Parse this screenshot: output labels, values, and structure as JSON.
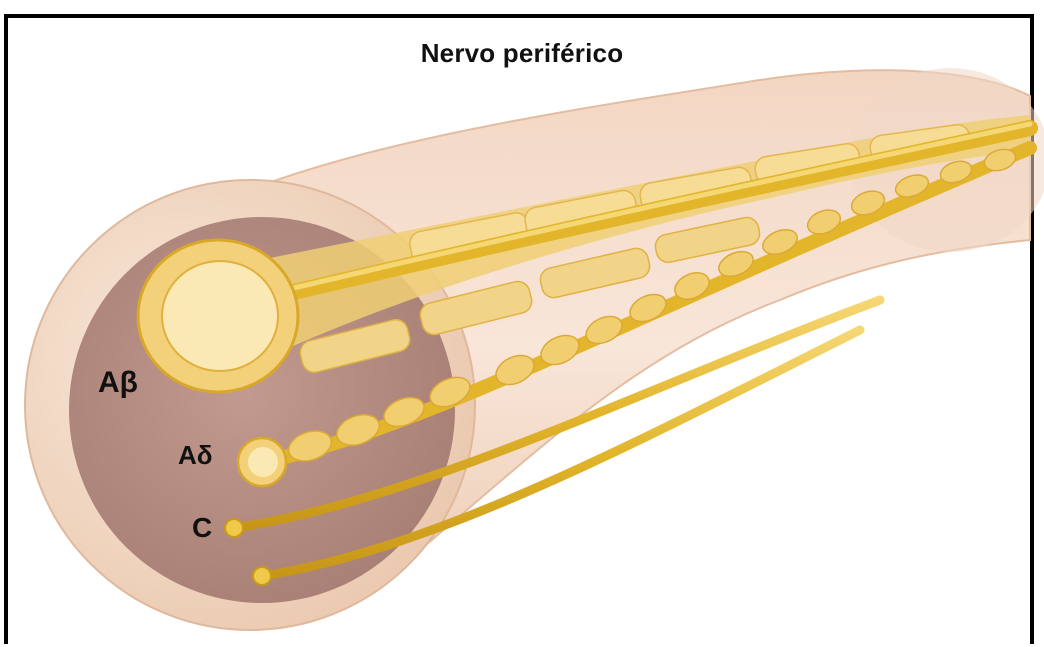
{
  "diagram": {
    "title": "Nervo periférico",
    "labels": {
      "a_beta": "Aβ",
      "a_delta": "Aδ",
      "c": "C"
    },
    "colors": {
      "sheath_light": "#f4dcc8",
      "sheath_mid": "#e9c6ac",
      "interior": "#b58d84",
      "myelin": "#f3d98a",
      "myelin_edge": "#d9a829",
      "axon": "#f7e7b3",
      "gold": "#e2b52b"
    }
  }
}
